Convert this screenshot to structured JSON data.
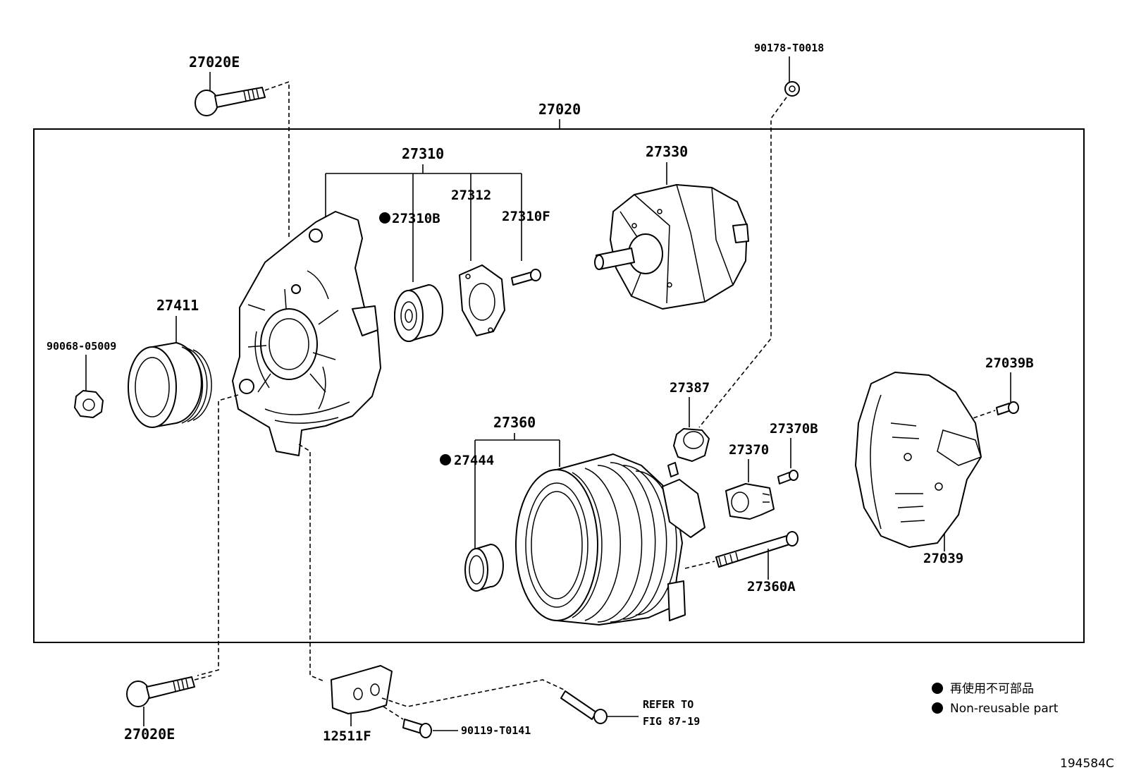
{
  "labels": {
    "assembly": "27020",
    "bolt_top": "27020E",
    "bolt_bottom": "27020E",
    "nut_top_right": "90178-T0018",
    "frame_group": "27310",
    "bearing": "27310B",
    "retainer": "27312",
    "screw_small": "27310F",
    "rotor": "27330",
    "pulley": "27411",
    "nut_pulley": "90068-05009",
    "terminal_insulator": "27387",
    "rear_cover_bolt": "27039B",
    "stator_group": "27360",
    "rear_bearing_cover": "27444",
    "regulator_screw": "27370B",
    "regulator": "27370",
    "rear_cover": "27039",
    "through_bolt": "27360A",
    "bracket": "12511F",
    "bracket_bolt": "90119-T0141",
    "refer_line1": "REFER TO",
    "refer_line2": "FIG 87-19",
    "diagram_code": "194584C"
  },
  "legend": {
    "line1": "再使用不可部品",
    "line2": "Non-reusable part"
  }
}
